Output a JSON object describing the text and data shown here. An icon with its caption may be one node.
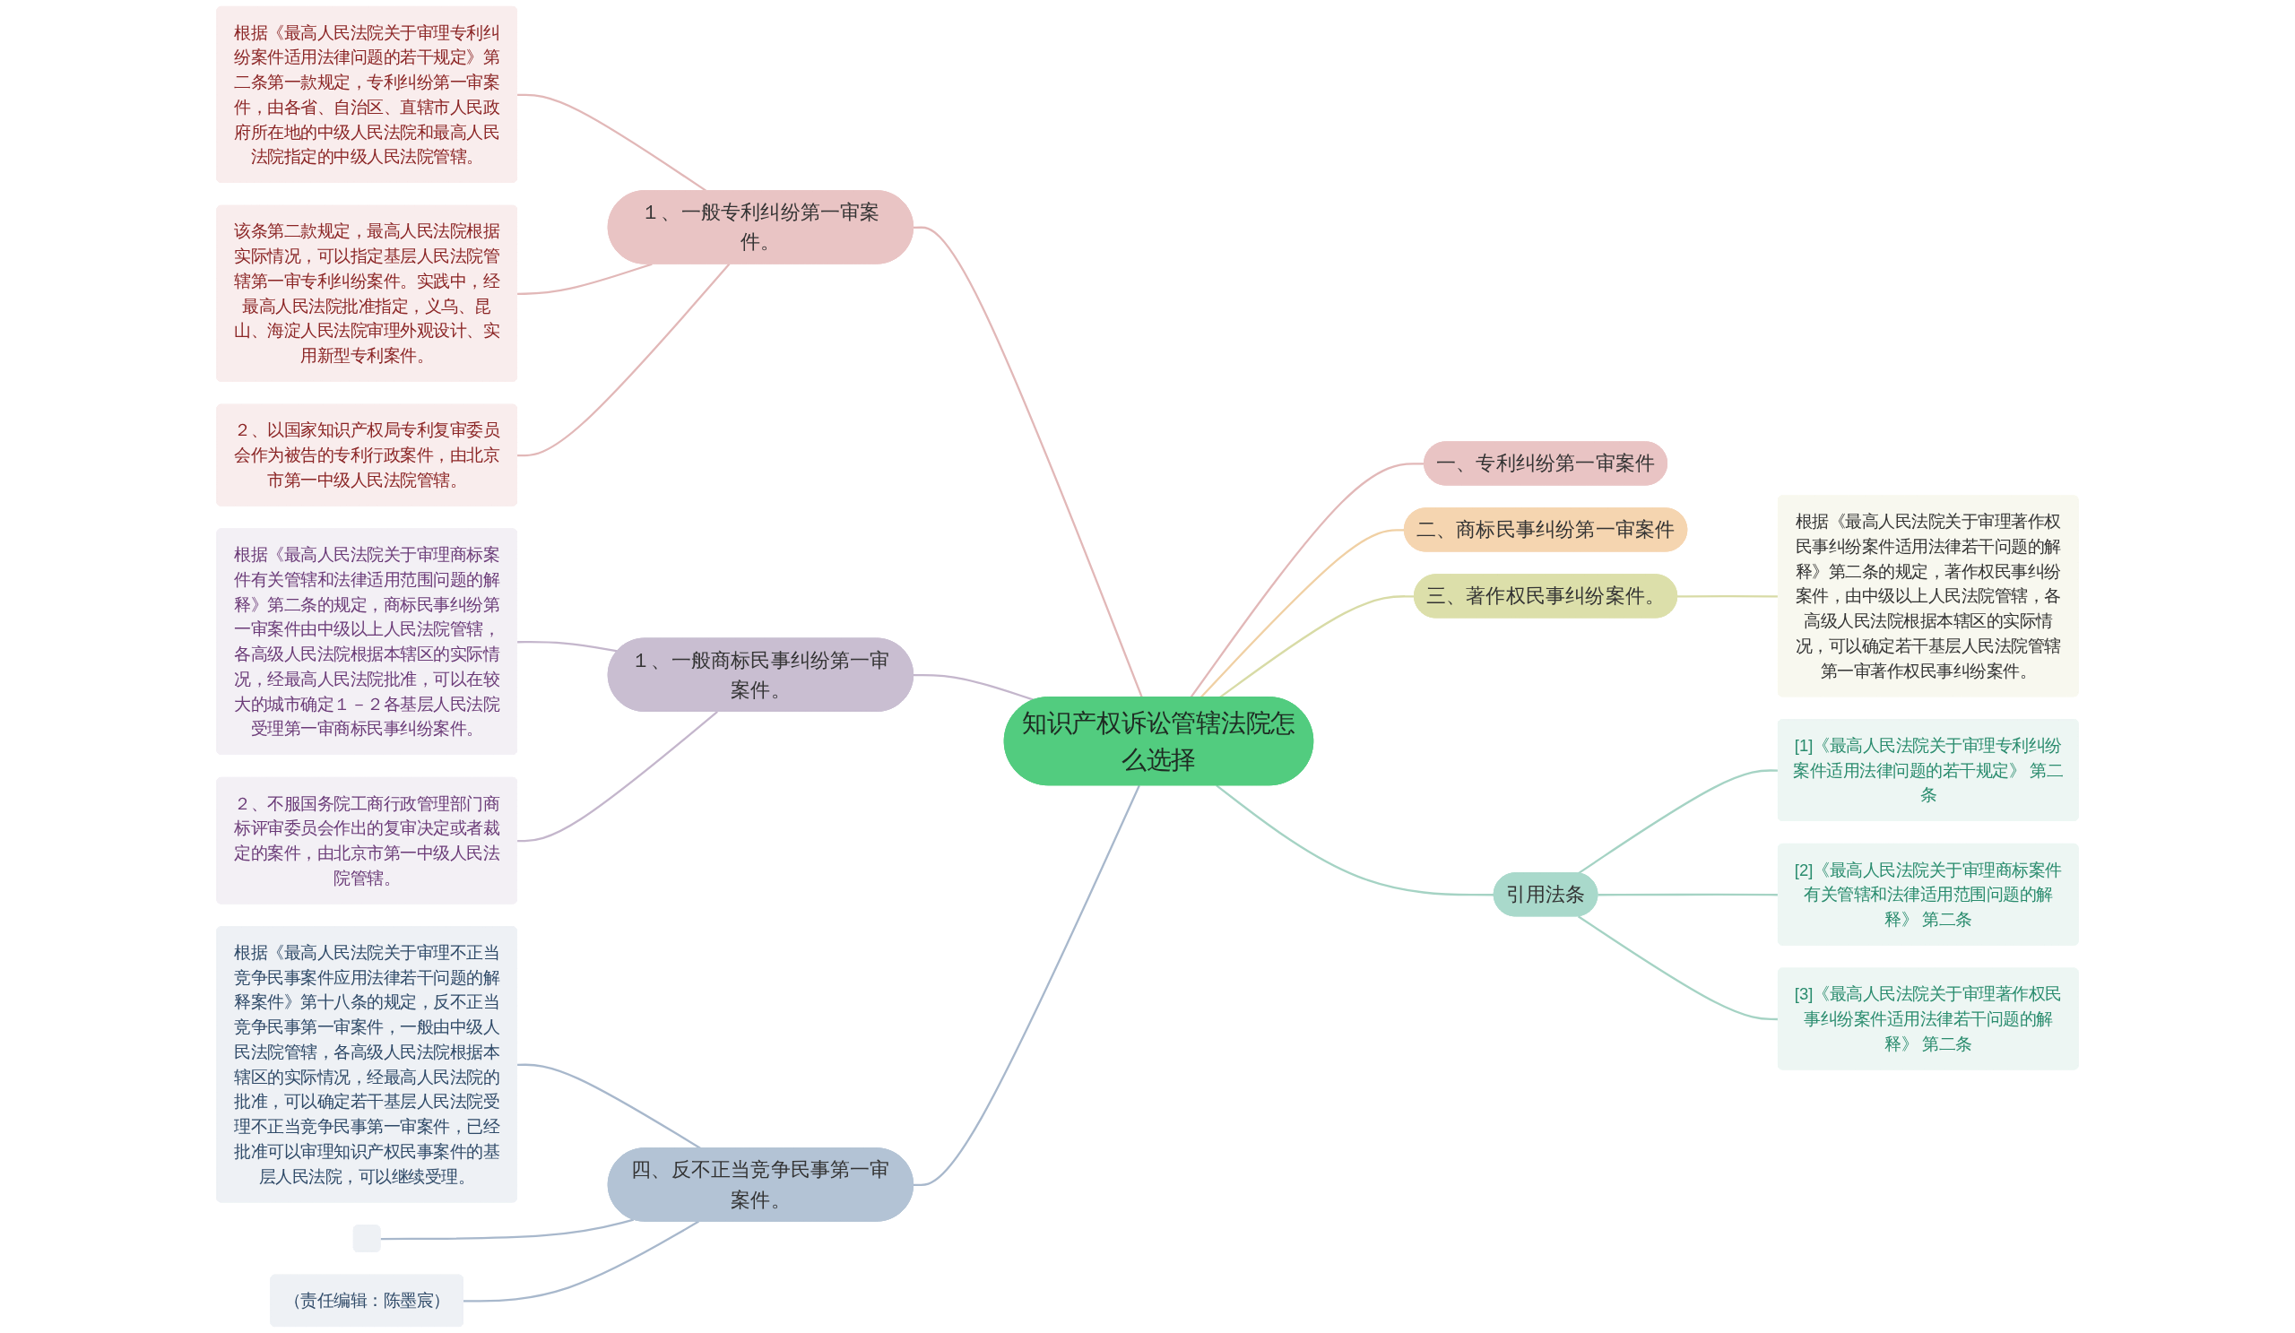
{
  "diagram": {
    "nodes": [
      {
        "text": [
          "知识产权诉讼管辖法院怎么选择"
        ]
      },
      {
        "text": [
          "一、专利纠纷第一审案件"
        ]
      },
      {
        "text": [
          "二、商标民事纠纷第一审案件"
        ]
      },
      {
        "text": [
          "三、著作权民事纠纷案件。"
        ]
      },
      {
        "text": [
          "根据《最高人民法院关于审理著作权民事纠纷案件适用法律若干问题的解释》第二条的规定，著作权民事纠纷案件，由中级以上人民法院管辖，各高级人民法院根据本辖区的实际情况，可以确定若干基层人民法院管辖第一审著作权民事纠纷案件。"
        ]
      },
      {
        "text": [
          "引用法条"
        ]
      },
      {
        "text": [
          "[1]《最高人民法院关于审理专利纠纷案件适用法律问题的若干规定》 第二条"
        ]
      },
      {
        "text": [
          "[2]《最高人民法院关于审理商标案件有关管辖和法律适用范围问题的解释》 第二条"
        ]
      },
      {
        "text": [
          "[3]《最高人民法院关于审理著作权民事纠纷案件适用法律若干问题的解释》 第二条"
        ]
      },
      {
        "text": [
          "１、一般专利纠纷第一审案件。"
        ]
      },
      {
        "text": [
          "根据《最高人民法院关于审理专利纠纷案件适用法律问题的若干规定》第二条第一款规定，专利纠纷第一审案件，由各省、自治区、直辖市人民政府所在地的中级人民法院和最高人民法院指定的中级人民法院管辖。"
        ]
      },
      {
        "text": [
          "该条第二款规定，最高人民法院根据实际情况，可以指定基层人民法院管辖第一审专利纠纷案件。实践中，经最高人民法院批准指定，义乌、昆山、海淀人民法院审理外观设计、实用新型专利案件。"
        ]
      },
      {
        "text": [
          "２、以国家知识产权局专利复审委员会作为被告的专利行政案件，由北京市第一中级人民法院管辖。"
        ]
      },
      {
        "text": [
          "１、一般商标民事纠纷第一审案件。"
        ]
      },
      {
        "text": [
          "根据《最高人民法院关于审理商标案件有关管辖和法律适用范围问题的解释》第二条的规定，商标民事纠纷第一审案件由中级以上人民法院管辖，各高级人民法院根据本辖区的实际情况，经最高人民法院批准，可以在较大的城市确定１－２各基层人民法院受理第一审商标民事纠纷案件。"
        ]
      },
      {
        "text": [
          "２、不服国务院工商行政管理部门商标评审委员会作出的复审决定或者裁定的案件，由北京市第一中级人民法院管辖。"
        ]
      },
      {
        "text": [
          "四、反不正当竞争民事第一审案件。"
        ]
      },
      {
        "text": [
          "根据《最高人民法院关于审理不正当竞争民事案件应用法律若干问题的解释案件》第十八条的规定，反不正当竞争民事第一审案件，一般由中级人民法院管辖，各高级人民法院根据本辖区的实际情况，经最高人民法院的批准，可以确定若干基层人民法院受理不正当竞争民事第一审案件，已经批准可以审理知识产权民事案件的基层人民法院，可以继续受理。"
        ]
      },
      {
        "text": [],
        "shape": "box"
      },
      {
        "text": [
          "（责任编辑：陈墨宸）"
        ]
      }
    ],
    "edges": [
      {
        "from": 0,
        "to": 1,
        "arrow": "none",
        "color": "#e2b8b8"
      },
      {
        "from": 0,
        "to": 2,
        "arrow": "none",
        "color": "#f0d0a4"
      },
      {
        "from": 0,
        "to": 3,
        "arrow": "none",
        "color": "#d8dba6"
      },
      {
        "from": 3,
        "to": 4,
        "arrow": "none",
        "color": "#d8dba6"
      },
      {
        "from": 0,
        "to": 5,
        "arrow": "none",
        "color": "#a5d3c4"
      },
      {
        "from": 5,
        "to": 6,
        "arrow": "none",
        "color": "#a5d3c4"
      },
      {
        "from": 5,
        "to": 7,
        "arrow": "none",
        "color": "#a5d3c4"
      },
      {
        "from": 5,
        "to": 8,
        "arrow": "none",
        "color": "#a5d3c4"
      },
      {
        "from": 9,
        "to": 0,
        "arrow": "none",
        "color": "#e2b8b8"
      },
      {
        "from": 10,
        "to": 9,
        "arrow": "none",
        "color": "#e2b8b8"
      },
      {
        "from": 11,
        "to": 9,
        "arrow": "none",
        "color": "#e2b8b8"
      },
      {
        "from": 12,
        "to": 9,
        "arrow": "none",
        "color": "#e2b8b8"
      },
      {
        "from": 13,
        "to": 0,
        "arrow": "none",
        "color": "#c4b6cc"
      },
      {
        "from": 14,
        "to": 13,
        "arrow": "none",
        "color": "#c4b6cc"
      },
      {
        "from": 15,
        "to": 13,
        "arrow": "none",
        "color": "#c4b6cc"
      },
      {
        "from": 16,
        "to": 0,
        "arrow": "none",
        "color": "#a8b8cc"
      },
      {
        "from": 17,
        "to": 16,
        "arrow": "none",
        "color": "#a8b8cc"
      },
      {
        "from": 18,
        "to": 16,
        "arrow": "none",
        "color": "#a8b8cc"
      },
      {
        "from": 19,
        "to": 16,
        "arrow": "none",
        "color": "#a8b8cc"
      }
    ]
  }
}
